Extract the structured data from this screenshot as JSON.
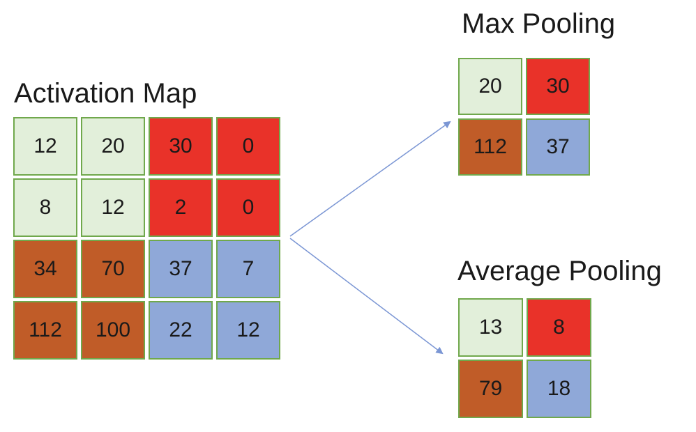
{
  "palette": {
    "background": "#FFFFFF",
    "text": "#1A1A1A",
    "light_green": "#E2EFDA",
    "red": "#E93229",
    "brown": "#C05C28",
    "blue": "#8FA8D8",
    "cell_border": "#70A84C",
    "arrow": "#7B96D4"
  },
  "activation_map": {
    "title": "Activation Map",
    "rows": 4,
    "cols": 4,
    "cells": [
      {
        "value": "12",
        "bg": "light_green"
      },
      {
        "value": "20",
        "bg": "light_green"
      },
      {
        "value": "30",
        "bg": "red"
      },
      {
        "value": "0",
        "bg": "red"
      },
      {
        "value": "8",
        "bg": "light_green"
      },
      {
        "value": "12",
        "bg": "light_green"
      },
      {
        "value": "2",
        "bg": "red"
      },
      {
        "value": "0",
        "bg": "red"
      },
      {
        "value": "34",
        "bg": "brown"
      },
      {
        "value": "70",
        "bg": "brown"
      },
      {
        "value": "37",
        "bg": "blue"
      },
      {
        "value": "7",
        "bg": "blue"
      },
      {
        "value": "112",
        "bg": "brown"
      },
      {
        "value": "100",
        "bg": "brown"
      },
      {
        "value": "22",
        "bg": "blue"
      },
      {
        "value": "12",
        "bg": "blue"
      }
    ]
  },
  "max_pooling": {
    "title": "Max Pooling",
    "rows": 2,
    "cols": 2,
    "cells": [
      {
        "value": "20",
        "bg": "light_green"
      },
      {
        "value": "30",
        "bg": "red"
      },
      {
        "value": "112",
        "bg": "brown"
      },
      {
        "value": "37",
        "bg": "blue"
      }
    ]
  },
  "average_pooling": {
    "title": "Average Pooling",
    "rows": 2,
    "cols": 2,
    "cells": [
      {
        "value": "13",
        "bg": "light_green"
      },
      {
        "value": "8",
        "bg": "red"
      },
      {
        "value": "79",
        "bg": "brown"
      },
      {
        "value": "18",
        "bg": "blue"
      }
    ]
  }
}
